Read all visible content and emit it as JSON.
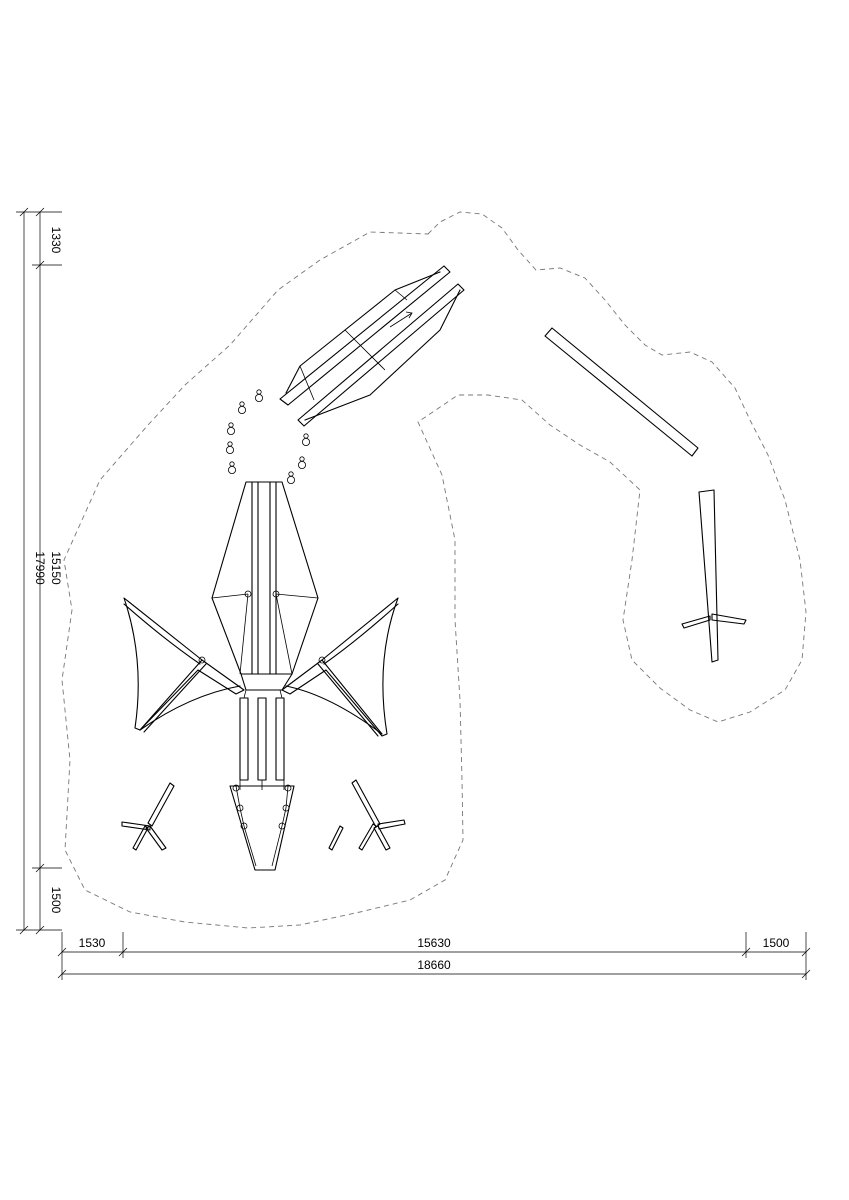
{
  "dimensions": {
    "vertical": {
      "top_offset": "1330",
      "inner_height": "15150",
      "total_height": "17990",
      "bottom_offset": "1500"
    },
    "horizontal": {
      "left_offset": "1530",
      "inner_width": "15630",
      "right_offset": "1500",
      "total_width": "18660"
    }
  }
}
